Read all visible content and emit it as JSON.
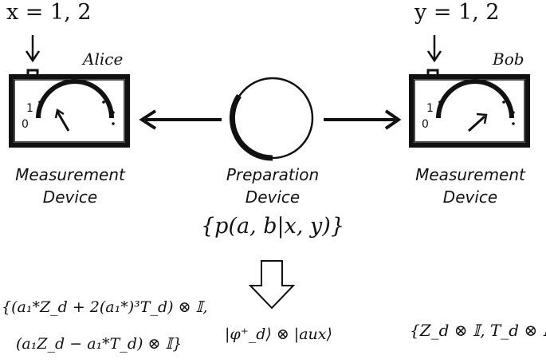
{
  "alice": {
    "input": "x = 1, 2",
    "name": "Alice",
    "dial_high": "1",
    "dial_low": "0",
    "label_line1": "Measurement",
    "label_line2": "Device",
    "observables_line1": "{(a₁*Z_d + 2(a₁*)³T_d) ⊗ 𝕀,",
    "observables_line2": "(a₁Z_d − a₁*T_d) ⊗ 𝕀}"
  },
  "bob": {
    "input": "y = 1, 2",
    "name": "Bob",
    "dial_high": "1",
    "dial_low": "0",
    "label_line1": "Measurement",
    "label_line2": "Device",
    "observables": "{Z_d ⊗ 𝕀, T_d ⊗ 𝕀}"
  },
  "source": {
    "label_line1": "Preparation",
    "label_line2": "Device",
    "distribution": "{p(a, b|x, y)}",
    "state": "|φ⁺_d⟩ ⊗ |aux⟩"
  }
}
